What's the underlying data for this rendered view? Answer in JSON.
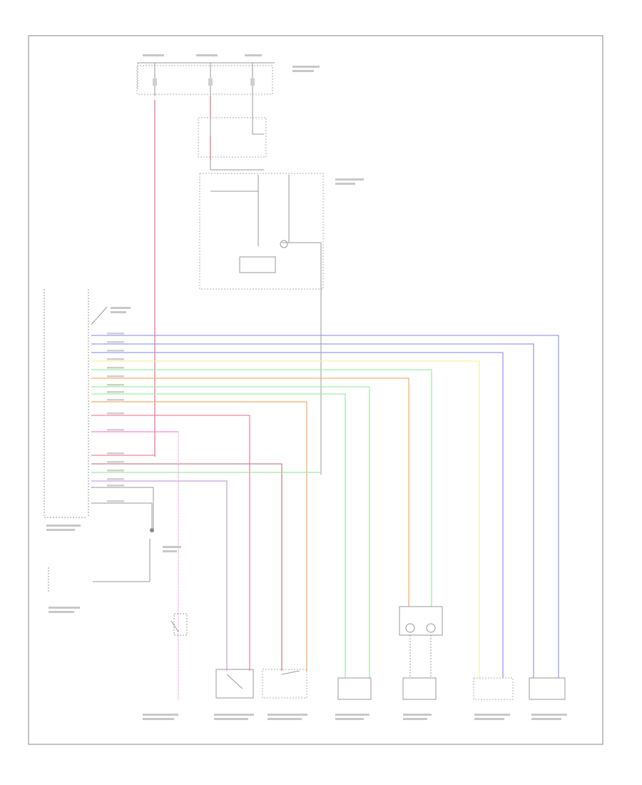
{
  "colors": {
    "frame": "#888888",
    "wire_black": "#9a9a9a",
    "red": "#f2869e",
    "pink": "#f08ad0",
    "blue": "#9c9cf2",
    "yellow": "#f3f3a3",
    "green": "#a6eaa6",
    "orange": "#f6b06f",
    "violet": "#c6a7d9",
    "brown": "#c08a8a"
  },
  "footer": {
    "code": ""
  },
  "wires": [
    {
      "color": "blue",
      "label": ""
    },
    {
      "color": "blue",
      "label": ""
    },
    {
      "color": "blue",
      "label": ""
    },
    {
      "color": "yellow",
      "label": ""
    },
    {
      "color": "green",
      "label": ""
    },
    {
      "color": "orange",
      "label": ""
    },
    {
      "color": "green",
      "label": ""
    },
    {
      "color": "green",
      "label": ""
    },
    {
      "color": "orange",
      "label": ""
    },
    {
      "color": "red",
      "label": ""
    },
    {
      "color": "pink",
      "label": ""
    },
    {
      "color": "red",
      "label": ""
    },
    {
      "color": "brown",
      "label": ""
    },
    {
      "color": "green",
      "label": ""
    },
    {
      "color": "violet",
      "label": ""
    },
    {
      "color": "black",
      "label": ""
    },
    {
      "color": "blue",
      "label": ""
    }
  ]
}
